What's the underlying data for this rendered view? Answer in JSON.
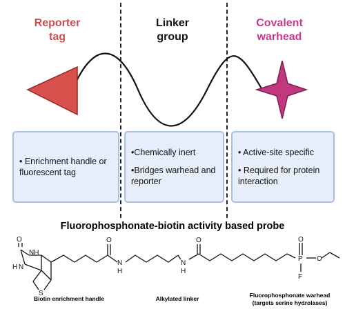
{
  "columns": {
    "reporter": {
      "title_line1": "Reporter",
      "title_line2": "tag",
      "color": "#c9504f",
      "bullets": [
        "• Enrichment handle or fluorescent tag"
      ]
    },
    "linker": {
      "title_line1": "Linker",
      "title_line2": "group",
      "color": "#111111",
      "bullets": [
        "•Chemically inert",
        "•Bridges warhead and reporter"
      ]
    },
    "warhead": {
      "title_line1": "Covalent",
      "title_line2": "warhead",
      "color": "#c83a8c",
      "bullets": [
        "• Active-site specific",
        "• Required for protein interaction"
      ]
    }
  },
  "probe": {
    "title": "Fluorophosphonate-biotin activity based probe",
    "captions": {
      "biotin": "Biotin enrichment handle",
      "linker": "Alkylated linker",
      "fp_line1": "Fluorophosphonate warhead",
      "fp_line2": "(targets serine hydrolases)"
    },
    "atoms": {
      "O_urea": "O",
      "NH_top": "NH",
      "NH_bottom": "H",
      "N_bottom": "N",
      "S": "S",
      "O_amide1": "O",
      "N_amide1": "N",
      "H_amide1": "H",
      "N_amide2": "N",
      "H_amide2": "H",
      "O_amide2": "O",
      "P": "P",
      "O_P_double": "O",
      "O_ester": "O",
      "F": "F"
    }
  },
  "colors": {
    "reporter": "#d94f4c",
    "warhead": "#c2387f",
    "box_fill": "#e6eefb",
    "box_border": "#a9bfe0"
  }
}
